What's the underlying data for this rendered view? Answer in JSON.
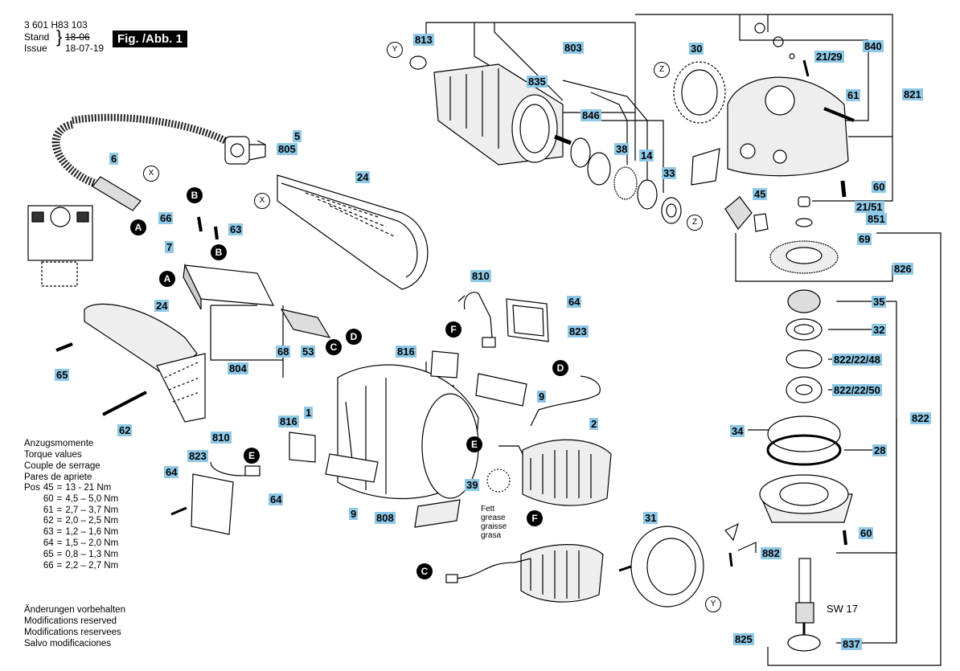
{
  "header": {
    "doc_number": "3 601 H83 103",
    "stand_label": "Stand",
    "stand_date": "18-06",
    "issue_label": "Issue",
    "issue_date": "18-07-19",
    "fig_label": "Fig. /Abb. 1"
  },
  "torque": {
    "titles": [
      "Anzugsmomente",
      "Torque values",
      "Couple de serrage",
      "Pares de apriete"
    ],
    "pos_label": "Pos",
    "rows": [
      {
        "pos": "45",
        "eq": "=",
        "val": "13 - 21 Nm"
      },
      {
        "pos": "60",
        "eq": "=",
        "val": "4,5 – 5,0 Nm"
      },
      {
        "pos": "61",
        "eq": "=",
        "val": "2,7 – 3,7 Nm"
      },
      {
        "pos": "62",
        "eq": "=",
        "val": "2,0 – 2,5 Nm"
      },
      {
        "pos": "63",
        "eq": "=",
        "val": "1,2 – 1,6 Nm"
      },
      {
        "pos": "64",
        "eq": "=",
        "val": "1,5 – 2,0 Nm"
      },
      {
        "pos": "65",
        "eq": "=",
        "val": "0,8 – 1,3 Nm"
      },
      {
        "pos": "66",
        "eq": "=",
        "val": "2,2 – 2,7 Nm"
      }
    ]
  },
  "notes": [
    "Änderungen vorbehalten",
    "Modifications reserved",
    "Modifications reservees",
    "Salvo modificaciones"
  ],
  "grease": [
    "Fett",
    "grease",
    "graisse",
    "grasa"
  ],
  "sw_label": "SW 17",
  "part_labels": [
    "813",
    "803",
    "835",
    "30",
    "840",
    "21/29",
    "821",
    "61",
    "846",
    "38",
    "14",
    "33",
    "60",
    "21/51",
    "851",
    "45",
    "69",
    "826",
    "5",
    "805",
    "6",
    "24",
    "66",
    "63",
    "7",
    "810",
    "64",
    "823",
    "35",
    "32",
    "822/22/48",
    "822/22/50",
    "822",
    "34",
    "28",
    "816",
    "9",
    "804",
    "68",
    "53",
    "65",
    "24",
    "62",
    "1",
    "2",
    "810",
    "823",
    "816",
    "64",
    "39",
    "64",
    "9",
    "808",
    "31",
    "60",
    "882",
    "825",
    "837"
  ],
  "circle_letters": [
    "A",
    "B",
    "A",
    "B",
    "C",
    "D",
    "C",
    "D",
    "E",
    "E",
    "F",
    "F"
  ],
  "outline_letters": [
    "X",
    "X",
    "Y",
    "Y",
    "Z",
    "Z"
  ]
}
